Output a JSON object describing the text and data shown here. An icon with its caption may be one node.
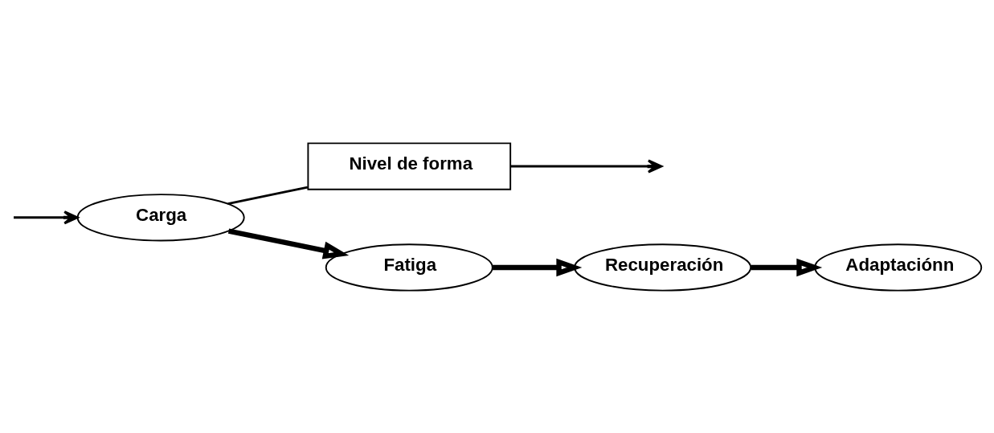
{
  "diagram": {
    "nodes": [
      {
        "text": [
          "Carga"
        ]
      },
      {
        "text": [
          "Nivel de forma"
        ]
      },
      {
        "text": [
          "Fatiga"
        ]
      },
      {
        "text": [
          "Recuperación"
        ]
      },
      {
        "text": [
          "Adaptaciónn"
        ]
      }
    ],
    "edges": [
      {
        "from": null,
        "to": 0,
        "arrow": "to"
      },
      {
        "from": 0,
        "to": 1,
        "arrow": "none"
      },
      {
        "from": 1,
        "to": null,
        "arrow": "to"
      },
      {
        "from": 0,
        "to": 2,
        "arrow": "to",
        "style": "thick"
      },
      {
        "from": 2,
        "to": 3,
        "arrow": "to",
        "style": "thick"
      },
      {
        "from": 3,
        "to": 4,
        "arrow": "to",
        "style": "thick"
      }
    ]
  }
}
